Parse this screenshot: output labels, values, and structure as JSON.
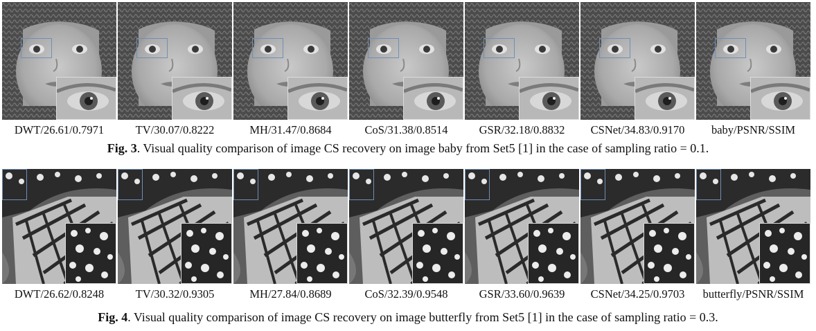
{
  "figure3": {
    "panels": [
      {
        "label": "DWT/26.61/0.7971"
      },
      {
        "label": "TV/30.07/0.8222"
      },
      {
        "label": "MH/31.47/0.8684"
      },
      {
        "label": "CoS/31.38/0.8514"
      },
      {
        "label": "GSR/32.18/0.8832"
      },
      {
        "label": "CSNet/34.83/0.9170"
      },
      {
        "label": "baby/PSNR/SSIM"
      }
    ],
    "caption_label": "Fig. 3",
    "caption_text": ". Visual quality comparison of image CS recovery on image baby from Set5 [1] in the case of sampling ratio = 0.1."
  },
  "figure4": {
    "panels": [
      {
        "label": "DWT/26.62/0.8248"
      },
      {
        "label": "TV/30.32/0.9305"
      },
      {
        "label": "MH/27.84/0.8689"
      },
      {
        "label": "CoS/32.39/0.9548"
      },
      {
        "label": "GSR/33.60/0.9639"
      },
      {
        "label": "CSNet/34.25/0.9703"
      },
      {
        "label": "butterfly/PSNR/SSIM"
      }
    ],
    "caption_label": "Fig. 4",
    "caption_text": ". Visual quality comparison of image CS recovery on image butterfly from Set5 [1] in the case of sampling ratio = 0.3."
  }
}
